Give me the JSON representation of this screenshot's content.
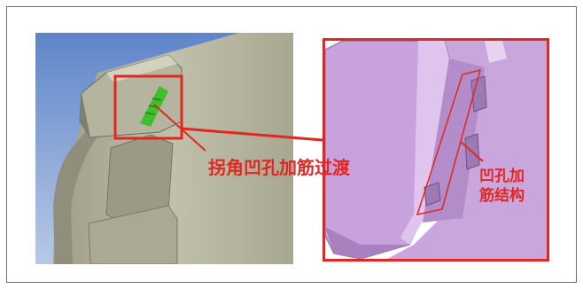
{
  "figure": {
    "left_view": {
      "label": "拐角凹孔加筋过渡",
      "colors": {
        "background_top": "#5f85c9",
        "background_bottom": "#b6c8e6",
        "part": "#b7b7a2",
        "part_shadow": "#8c8c78",
        "highlight": "#3fbf2f"
      }
    },
    "right_view": {
      "label_line1": "凹孔加",
      "label_line2": "筋结构",
      "colors": {
        "part": "#c9a6dc",
        "part_dark": "#9f7fb6",
        "part_light": "#ead8f3"
      }
    },
    "annotation_color": "#e32622"
  }
}
